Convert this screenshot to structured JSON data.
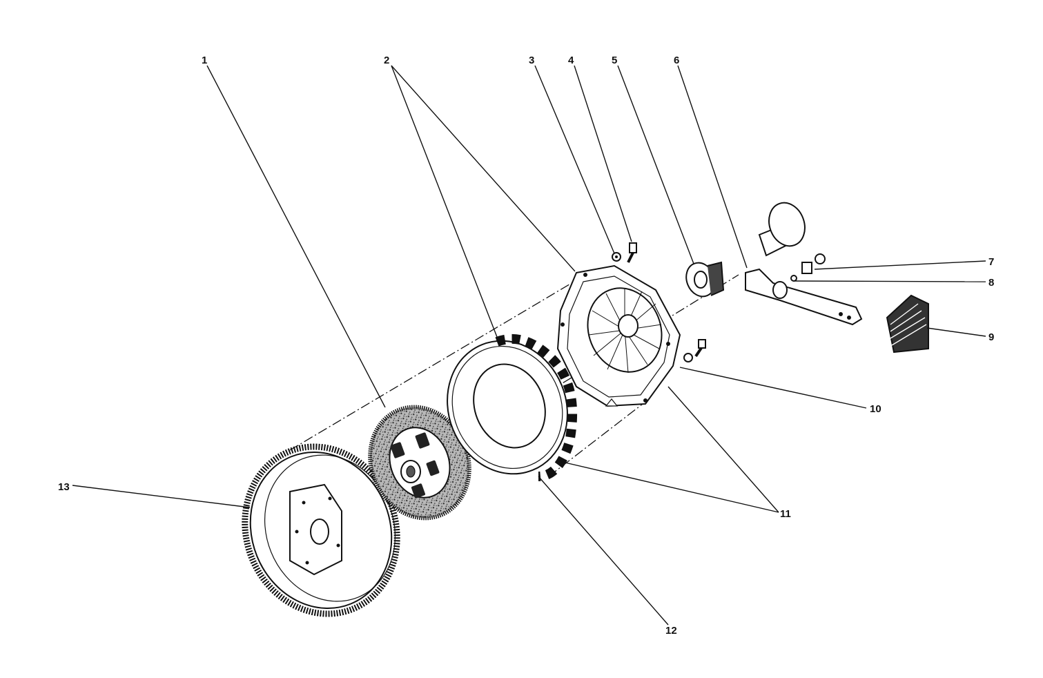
{
  "callouts": {
    "c1": "1",
    "c2": "2",
    "c3": "3",
    "c4": "4",
    "c5": "5",
    "c6": "6",
    "c7": "7",
    "c8": "8",
    "c9": "9",
    "c10": "10",
    "c11": "11",
    "c12": "12",
    "c13": "13"
  },
  "colors": {
    "ink": "#111111",
    "paper": "#ffffff",
    "lining": "#8a8a8a"
  }
}
